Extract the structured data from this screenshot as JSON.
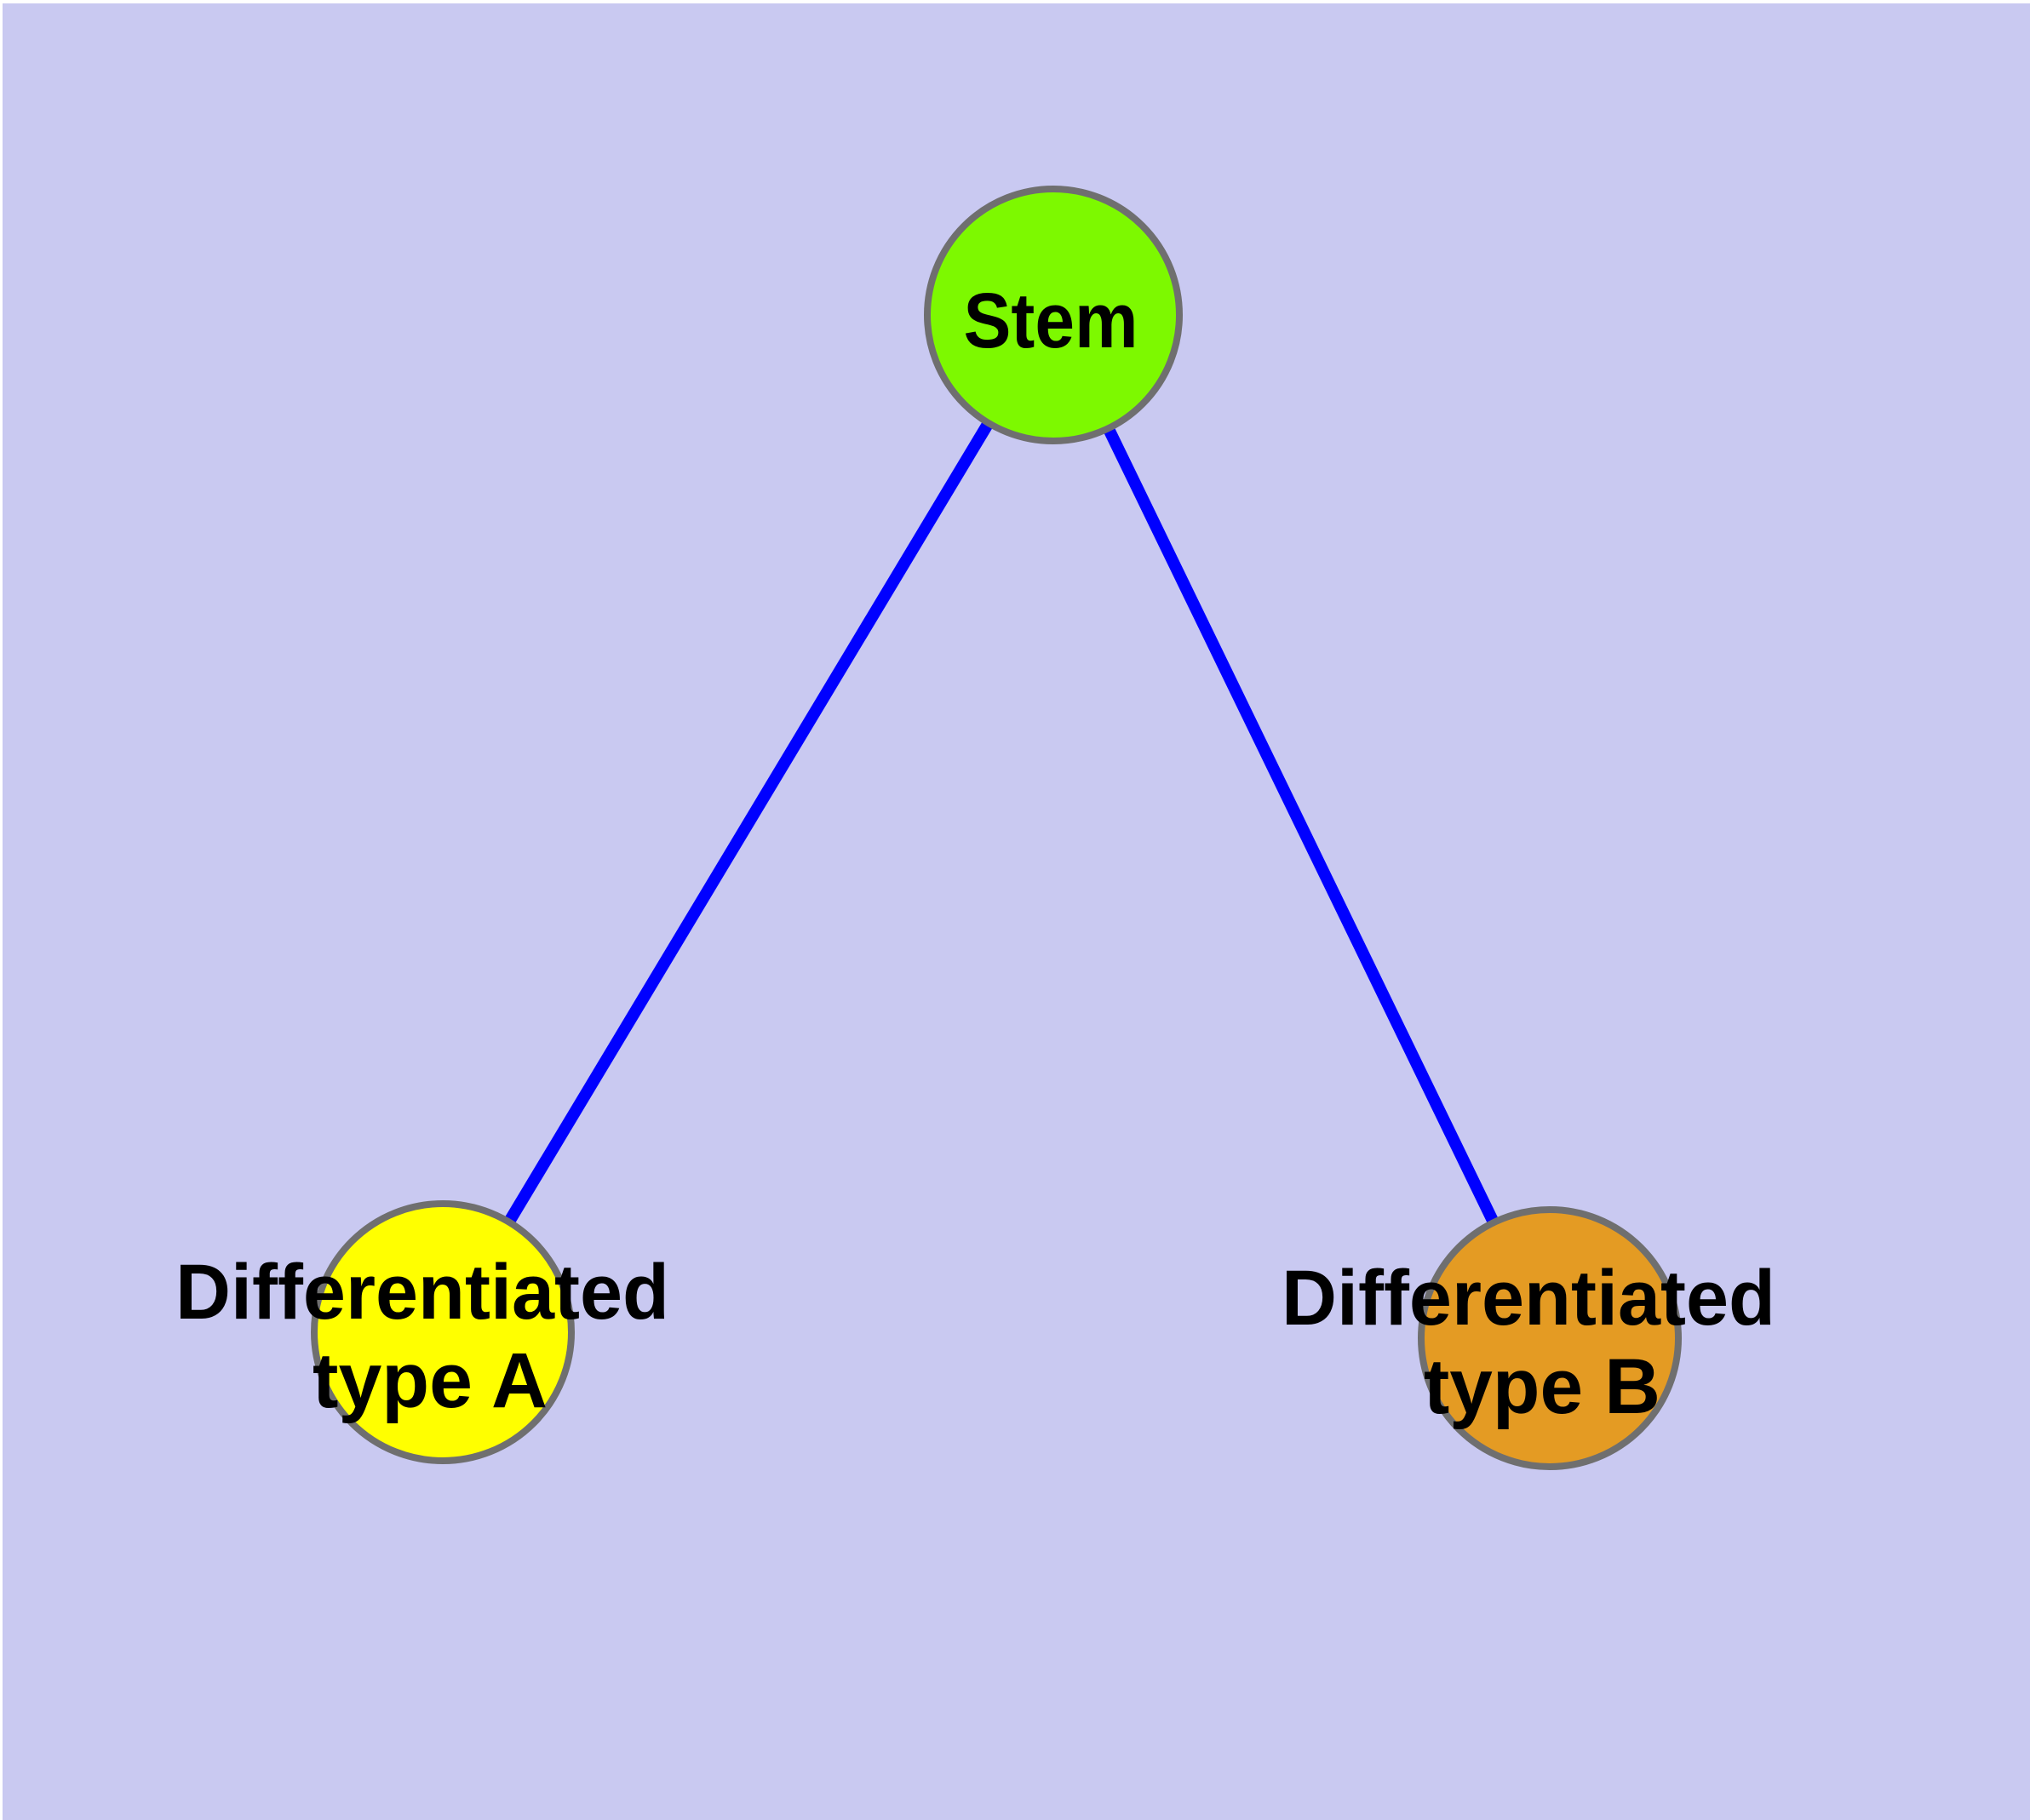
{
  "figure": {
    "type": "node-link-graph",
    "background_color": "#C9C9F1",
    "edge_color": "#0000FF",
    "node_border_color": "#6F6F6F",
    "nodes": [
      {
        "id": "stem",
        "label": "Stem",
        "label_lines": [
          "Stem"
        ],
        "fill": "#7DF900"
      },
      {
        "id": "differentiated-type-a",
        "label": "Differentiated type A",
        "label_lines": [
          "Differentiated",
          "type A"
        ],
        "fill": "#FFFF00"
      },
      {
        "id": "differentiated-type-b",
        "label": "Differentiated type B",
        "label_lines": [
          "Differentiated",
          "type B"
        ],
        "fill": "#E49B23"
      }
    ],
    "edges": [
      {
        "from": "stem",
        "to": "differentiated-type-a"
      },
      {
        "from": "stem",
        "to": "differentiated-type-b"
      }
    ]
  }
}
